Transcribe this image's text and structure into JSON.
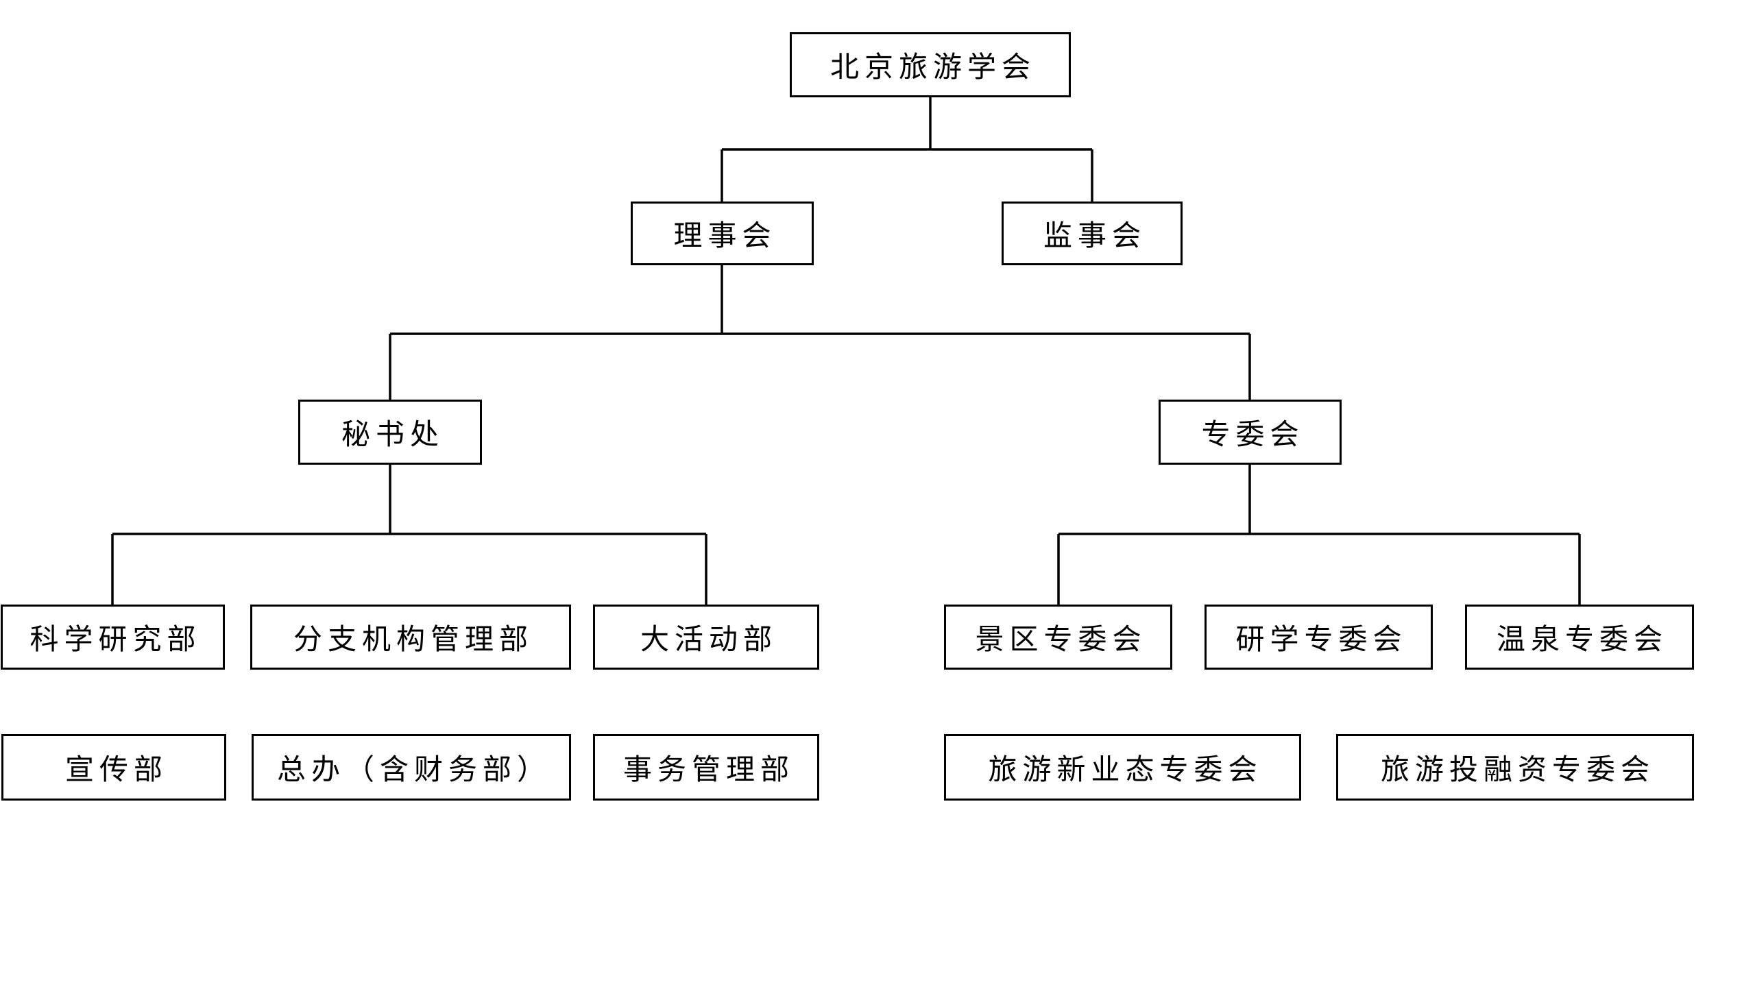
{
  "colors": {
    "background": "#ffffff",
    "box_border": "#000000",
    "connector_line": "#000000",
    "text": "#000000"
  },
  "org_chart": {
    "root": {
      "label": "北京旅游学会"
    },
    "level2": [
      {
        "id": "council",
        "label": "理事会"
      },
      {
        "id": "supervisory-board",
        "label": "监事会"
      }
    ],
    "level3": [
      {
        "id": "secretariat",
        "label": "秘书处"
      },
      {
        "id": "special-committee",
        "label": "专委会"
      }
    ],
    "secretariat_departments": [
      {
        "label": "科学研究部"
      },
      {
        "label": "分支机构管理部"
      },
      {
        "label": "大活动部"
      },
      {
        "label": "宣传部"
      },
      {
        "label": "总办（含财务部）"
      },
      {
        "label": "事务管理部"
      }
    ],
    "special_committees": [
      {
        "label": "景区专委会"
      },
      {
        "label": "研学专委会"
      },
      {
        "label": "温泉专委会"
      },
      {
        "label": "旅游新业态专委会"
      },
      {
        "label": "旅游投融资专委会"
      }
    ]
  }
}
